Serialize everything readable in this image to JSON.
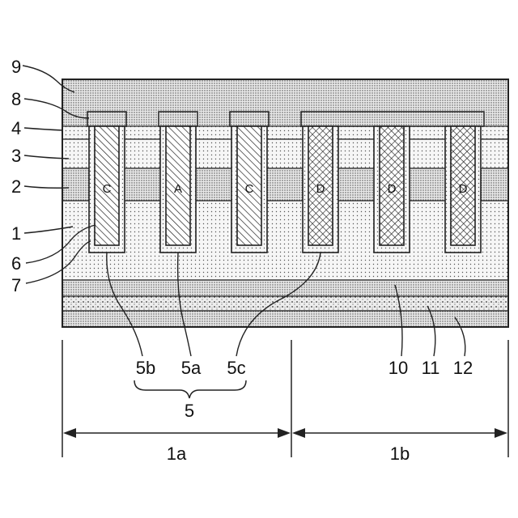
{
  "left_labels": [
    "9",
    "8",
    "4",
    "3",
    "2",
    "1",
    "6",
    "7"
  ],
  "bottom_labels": [
    "5b",
    "5a",
    "5c",
    "10",
    "11",
    "12"
  ],
  "group_label": "5",
  "region_labels": [
    "1a",
    "1b"
  ],
  "trench_letters": [
    "C",
    "A",
    "C",
    "D",
    "D",
    "D"
  ],
  "colors": {
    "line": "#222222",
    "dot_fill": "#f4f4f4",
    "band_fill": "#e6e6e6",
    "contact_fill": "#d8d8d8"
  }
}
